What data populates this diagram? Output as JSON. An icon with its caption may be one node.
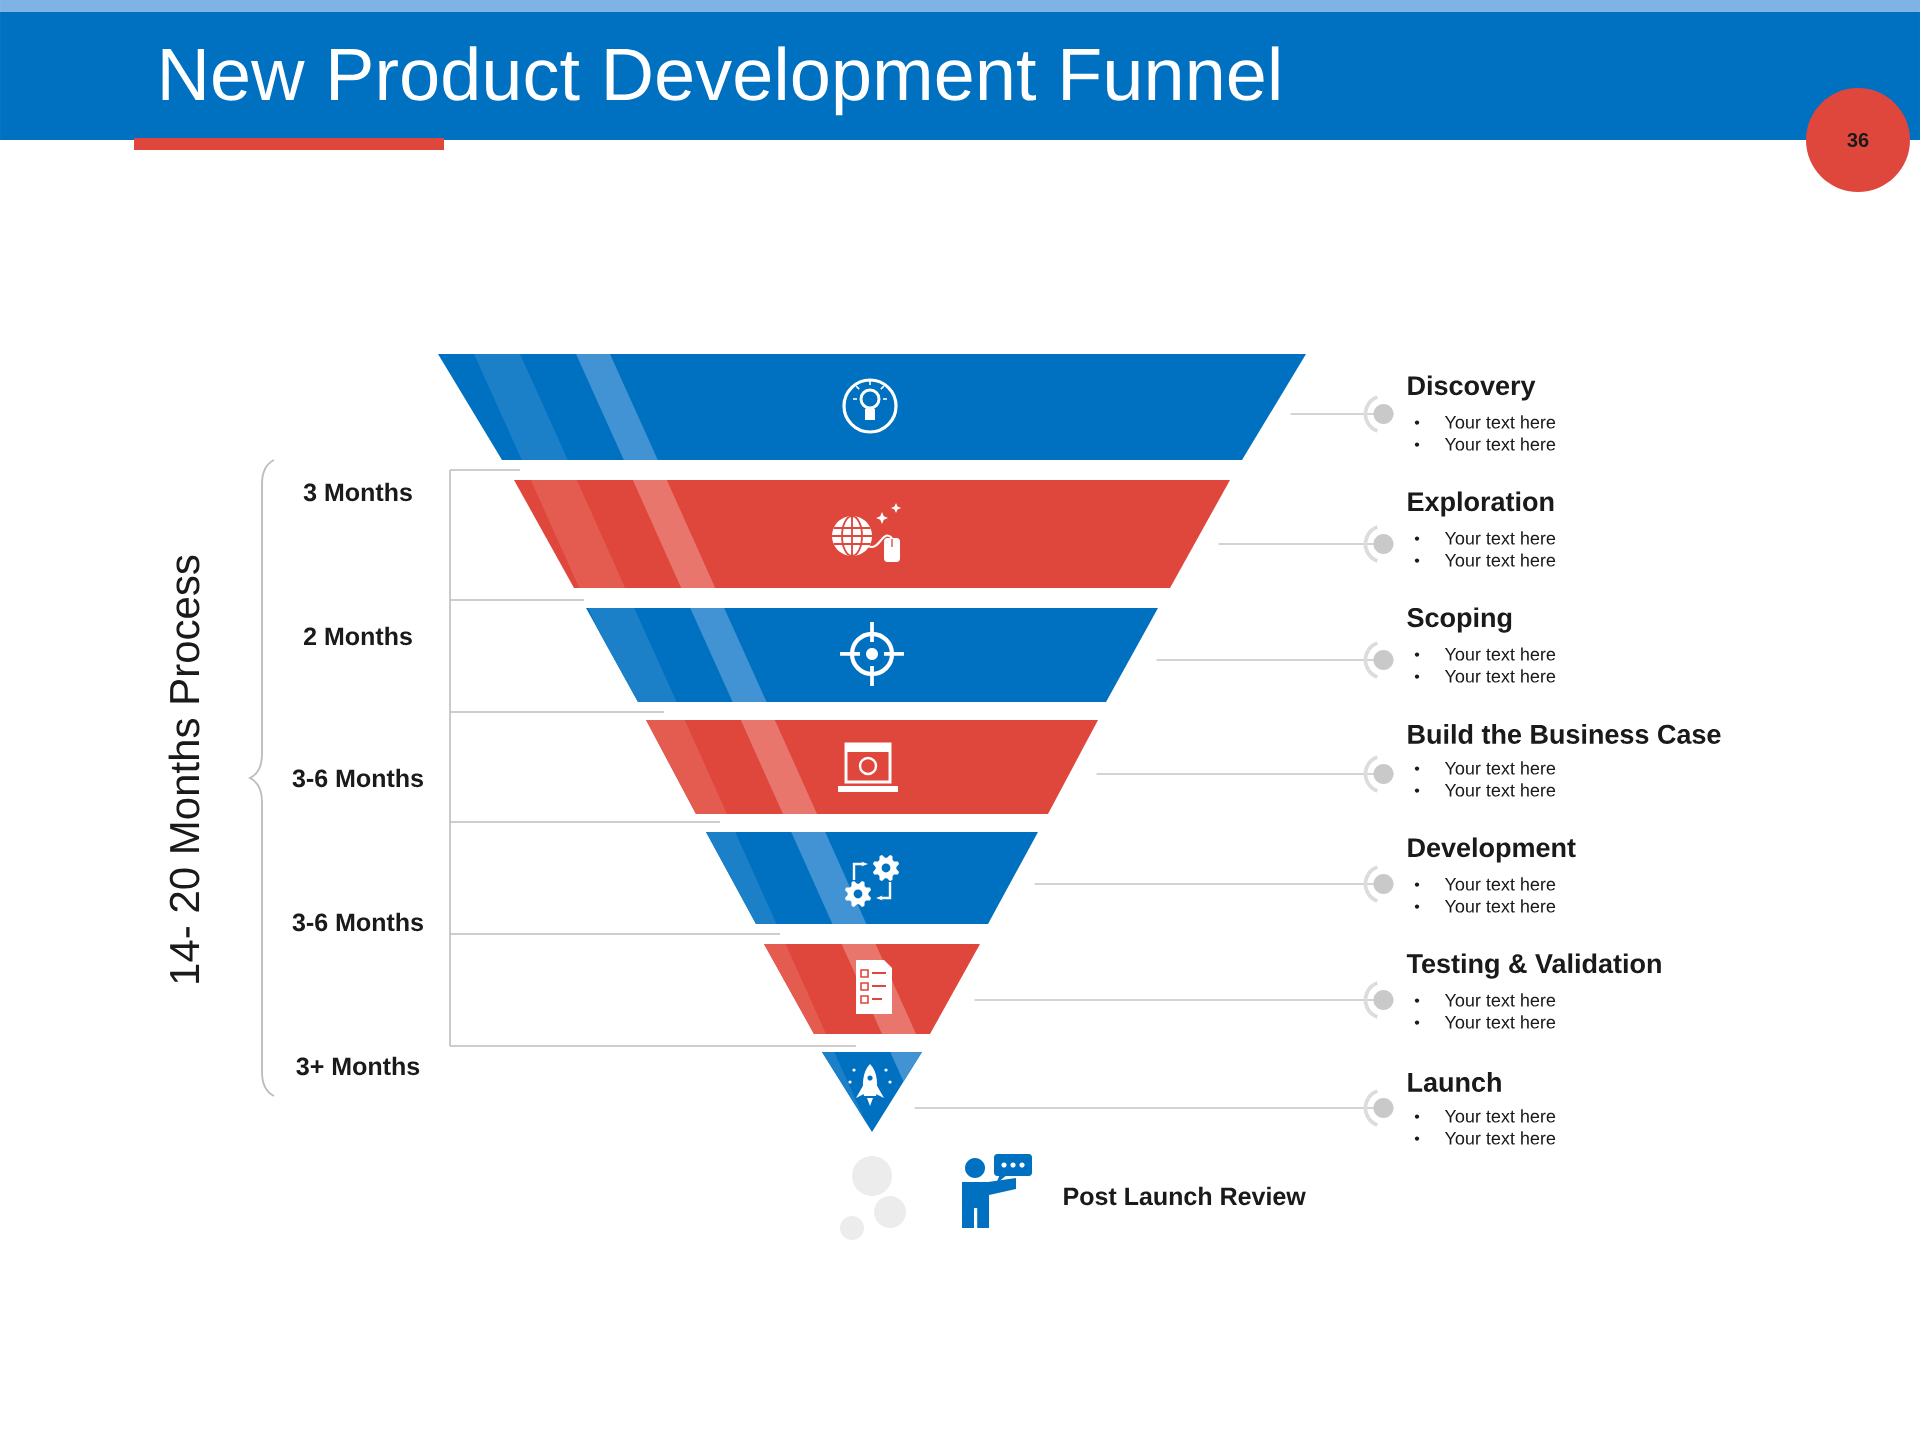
{
  "diagram": {
    "title": "New Product Development Funnel",
    "nodes": [
      {
        "text": [],
        "shape": "trapezoid"
      },
      {
        "text": [],
        "shape": "trapezoid"
      },
      {
        "text": [],
        "shape": "trapezoid"
      },
      {
        "text": [],
        "shape": "trapezoid"
      },
      {
        "text": [],
        "shape": "trapezoid"
      },
      {
        "text": [],
        "shape": "trapezoid"
      },
      {
        "text": [],
        "shape": "triangle"
      },
      {
        "text": [
          "Discovery",
          "Your text here",
          "Your text here"
        ]
      },
      {
        "text": [
          "Exploration",
          "Your text here",
          "Your text here"
        ]
      },
      {
        "text": [
          "Scoping",
          "Your text here",
          "Your text here"
        ]
      },
      {
        "text": [
          "Build the Business Case",
          "Your text here",
          "Your text here"
        ]
      },
      {
        "text": [
          "Development",
          "Your text here",
          "Your text here"
        ]
      },
      {
        "text": [
          "Testing & Validation",
          "Your text here",
          "Your text here"
        ]
      },
      {
        "text": [
          "Launch",
          "Your text here",
          "Your text here"
        ]
      }
    ],
    "edges": [
      {
        "from": 0,
        "to": 7,
        "arrow": "other"
      },
      {
        "from": 1,
        "to": 8,
        "arrow": "other"
      },
      {
        "from": 2,
        "to": 9,
        "arrow": "other"
      },
      {
        "from": 3,
        "to": 10,
        "arrow": "other"
      },
      {
        "from": 4,
        "to": 11,
        "arrow": "other"
      },
      {
        "from": 5,
        "to": 12,
        "arrow": "other"
      },
      {
        "from": 6,
        "to": 13,
        "arrow": "other"
      }
    ],
    "labels": [
      "36",
      "14- 20 Months Process",
      "3 Months",
      "2 Months",
      "3-6 Months",
      "3-6 Months",
      "3+ Months",
      "Post Launch Review"
    ]
  }
}
